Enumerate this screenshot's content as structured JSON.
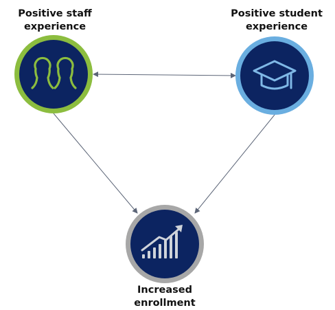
{
  "nodes": {
    "staff": {
      "label_lines": [
        "Positive staff",
        "experience"
      ],
      "icon": "people-icon",
      "ring_color": "#8cbd3f"
    },
    "student": {
      "label_lines": [
        "Positive student",
        "experience"
      ],
      "icon": "graduation-cap-icon",
      "ring_color": "#6aaee0"
    },
    "enrollment": {
      "label_lines": [
        "Increased",
        "enrollment"
      ],
      "icon": "growth-chart-icon",
      "ring_color": "#a7a7a7"
    }
  },
  "colors": {
    "node_fill": "#0c2461",
    "icon_staff": "#8cbd3f",
    "icon_student": "#7fb8e6",
    "icon_enroll": "#cfd3da",
    "connector": "#5c6577"
  },
  "connections": [
    {
      "from": "staff",
      "to": "student",
      "direction": "both"
    },
    {
      "from": "staff",
      "to": "enrollment",
      "direction": "forward"
    },
    {
      "from": "student",
      "to": "enrollment",
      "direction": "forward"
    }
  ]
}
